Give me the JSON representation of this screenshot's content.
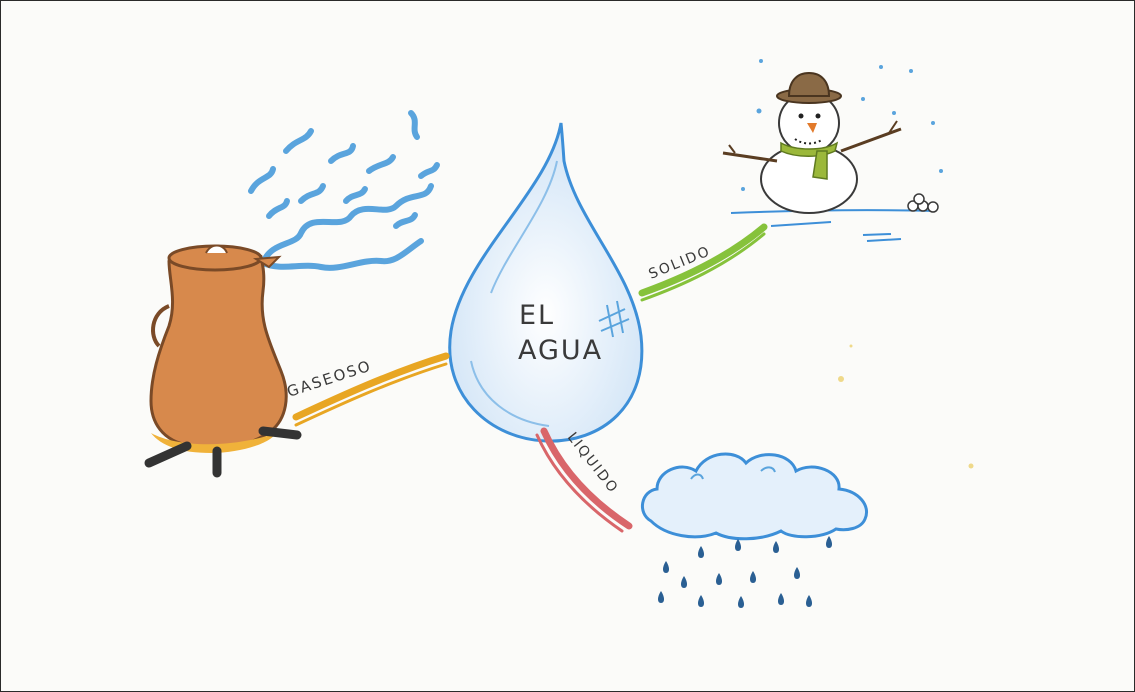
{
  "center": {
    "line1": "EL",
    "line2": "AGUA"
  },
  "branches": [
    {
      "label": "GASEOSO",
      "color": "#e8a623",
      "illustration": "steaming-jug"
    },
    {
      "label": "SOLIDO",
      "color": "#86c23b",
      "illustration": "snowman"
    },
    {
      "label": "LIQUIDO",
      "color": "#d9666a",
      "illustration": "rain-cloud"
    }
  ],
  "colors": {
    "drop_outline": "#3d8fd8",
    "drop_fill": "#dcebf8",
    "jug": "#c9773d",
    "steam": "#5aa4dd",
    "cloud": "#5aa4dd",
    "rain": "#2a5f93",
    "scarf": "#9bb83a",
    "hat": "#8a6a46"
  }
}
